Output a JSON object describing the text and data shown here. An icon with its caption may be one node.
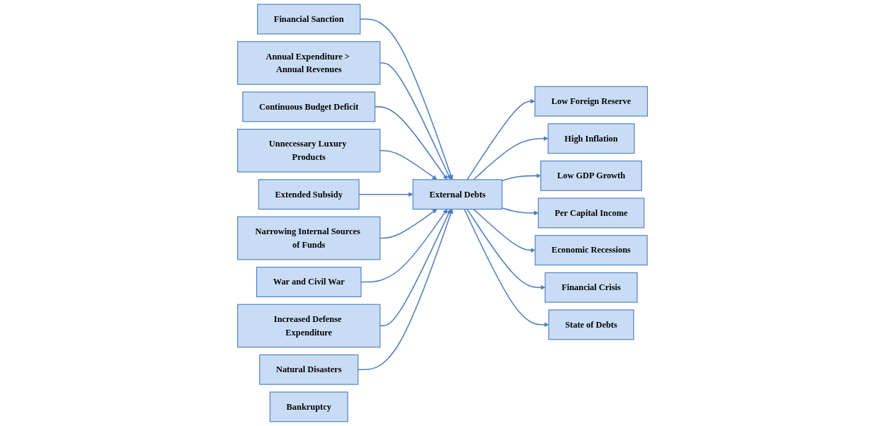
{
  "diagram": {
    "nodes": [
      {
        "text": [
          "Financial Sanction"
        ]
      },
      {
        "text": [
          "Annual Expenditure > Annual Revenues"
        ]
      },
      {
        "text": [
          "Continuous Budget Deficit"
        ]
      },
      {
        "text": [
          "Unnecessary Luxury Products"
        ]
      },
      {
        "text": [
          "Extended Subsidy"
        ]
      },
      {
        "text": [
          "Narrowing Internal Sources of Funds"
        ]
      },
      {
        "text": [
          "War and Civil War"
        ]
      },
      {
        "text": [
          "Increased Defense Expenditure"
        ]
      },
      {
        "text": [
          "Natural Disasters"
        ]
      },
      {
        "text": [
          "External Debts"
        ]
      },
      {
        "text": [
          "Low Foreign Reserve"
        ]
      },
      {
        "text": [
          "High Inflation"
        ]
      },
      {
        "text": [
          "Low GDP Growth"
        ]
      },
      {
        "text": [
          "Per Capital Income"
        ]
      },
      {
        "text": [
          "Economic Recessions"
        ]
      },
      {
        "text": [
          "Financial Crisis"
        ]
      },
      {
        "text": [
          "State of Debts"
        ]
      },
      {
        "text": [
          "Bankruptcy"
        ]
      }
    ],
    "edges": [
      {
        "from": 0,
        "to": 9,
        "arrow": "to"
      },
      {
        "from": 1,
        "to": 9,
        "arrow": "to"
      },
      {
        "from": 2,
        "to": 9,
        "arrow": "to"
      },
      {
        "from": 3,
        "to": 9,
        "arrow": "to"
      },
      {
        "from": 4,
        "to": 9,
        "arrow": "to"
      },
      {
        "from": 5,
        "to": 9,
        "arrow": "to"
      },
      {
        "from": 6,
        "to": 9,
        "arrow": "to"
      },
      {
        "from": 7,
        "to": 9,
        "arrow": "to"
      },
      {
        "from": 8,
        "to": 9,
        "arrow": "to"
      },
      {
        "from": 9,
        "to": 10,
        "arrow": "to"
      },
      {
        "from": 9,
        "to": 11,
        "arrow": "to"
      },
      {
        "from": 9,
        "to": 12,
        "arrow": "to"
      },
      {
        "from": 9,
        "to": 13,
        "arrow": "to"
      },
      {
        "from": 9,
        "to": 14,
        "arrow": "to"
      },
      {
        "from": 9,
        "to": 15,
        "arrow": "to"
      },
      {
        "from": 9,
        "to": 16,
        "arrow": "to"
      }
    ]
  }
}
